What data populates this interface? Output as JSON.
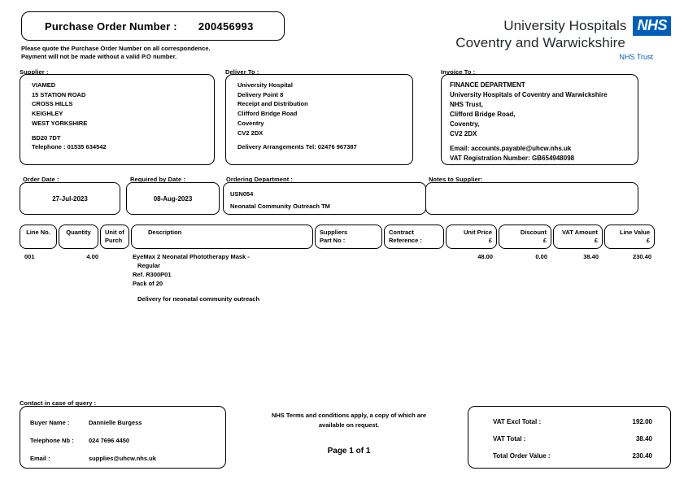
{
  "header": {
    "po_label": "Purchase Order Number :",
    "po_number": "200456993",
    "note_line1": "Please quote the Purchase Order Number on all correspondence.",
    "note_line2": "Payment will not be made without a valid P.O number.",
    "trust_line1": "University Hospitals",
    "trust_line2": "Coventry and Warwickshire",
    "nhs_badge": "NHS",
    "trust_sub": "NHS Trust",
    "nhs_blue": "#005EB8"
  },
  "supplier": {
    "label": "Supplier :",
    "lines": [
      "VIAMED",
      "15 STATION ROAD",
      "CROSS HILLS",
      "KEIGHLEY",
      "WEST YORKSHIRE"
    ],
    "postcode": "BD20 7DT",
    "telephone": "Telephone : 01535 634542"
  },
  "deliver_to": {
    "label": "Deliver To :",
    "lines": [
      "University Hospital",
      "Delivery Point 8",
      "Receipt and Distribution",
      "Clifford Bridge Road",
      "Coventry",
      "CV2 2DX"
    ],
    "arrangements": "Delivery Arrangements Tel: 02476 967387"
  },
  "invoice_to": {
    "label": "Invoice To :",
    "lines": [
      "FINANCE DEPARTMENT",
      "University Hospitals of Coventry and Warwickshire",
      "NHS Trust,",
      "Clifford Bridge Road,",
      "Coventry,",
      "CV2 2DX"
    ],
    "email": "Email: accounts.payable@uhcw.nhs.uk",
    "vat_registration": "VAT Registration Number: GB654948098"
  },
  "order_details": {
    "order_date_label": "Order Date :",
    "order_date": "27-Jul-2023",
    "required_by_label": "Required by Date :",
    "required_by": "08-Aug-2023",
    "ordering_department_label": "Ordering Department :",
    "department_code": "USN054",
    "department_name": "Neonatal Community Outreach TM",
    "notes_label": "Notes to Supplier:",
    "notes": ""
  },
  "table": {
    "columns": [
      {
        "key": "line_no",
        "label": "Line No."
      },
      {
        "key": "quantity",
        "label": "Quantity"
      },
      {
        "key": "unit",
        "label": "Unit of Purch"
      },
      {
        "key": "description",
        "label": "Description"
      },
      {
        "key": "supplier_part",
        "label": "Suppliers Part No :"
      },
      {
        "key": "contract",
        "label": "Contract Reference :"
      },
      {
        "key": "unit_price",
        "label": "Unit Price £"
      },
      {
        "key": "discount",
        "label": "Discount £"
      },
      {
        "key": "vat_amount",
        "label": "VAT Amount £"
      },
      {
        "key": "line_value",
        "label": "Line Value £"
      }
    ],
    "column_labels": {
      "line_no": "Line No.",
      "quantity": "Quantity",
      "unit_l1": "Unit of",
      "unit_l2": "Purch",
      "description": "Description",
      "supplier_l1": "Suppliers",
      "supplier_l2": "Part No :",
      "contract_l1": "Contract",
      "contract_l2": "Reference :",
      "price_l1": "Unit Price",
      "price_l2": "£",
      "discount_l1": "Discount",
      "discount_l2": "£",
      "vat_l1": "VAT Amount",
      "vat_l2": "£",
      "value_l1": "Line Value",
      "value_l2": "£"
    },
    "rows": [
      {
        "line_no": "001",
        "quantity": "4.00",
        "unit": "",
        "desc_line1": "EyeMax 2 Neonatal Phototherapy Mask -",
        "desc_line2": "Regular",
        "desc_line3": "Ref. R300P01",
        "desc_line4": "Pack of 20",
        "desc_note": "Delivery for neonatal community outreach",
        "supplier_part": "",
        "contract": "",
        "unit_price": "48.00",
        "discount": "0.00",
        "vat_amount": "38.40",
        "line_value": "230.40"
      }
    ]
  },
  "footer": {
    "contact_label": "Contact in case of query :",
    "buyer_name_label": "Buyer Name :",
    "buyer_name": "Dannielle Burgess",
    "telephone_label": "Telephone Nb :",
    "telephone": "024 7696 4450",
    "email_label": "Email :",
    "email": "supplies@uhcw.nhs.uk",
    "terms_line1": "NHS Terms and conditions apply, a copy of which are",
    "terms_line2": "available on request.",
    "page_of": "Page 1 of 1"
  },
  "totals": {
    "vat_excl_label": "VAT Excl Total :",
    "vat_excl_value": "192.00",
    "vat_total_label": "VAT Total :",
    "vat_total_value": "38.40",
    "order_total_label": "Total Order Value :",
    "order_total_value": "230.40"
  }
}
